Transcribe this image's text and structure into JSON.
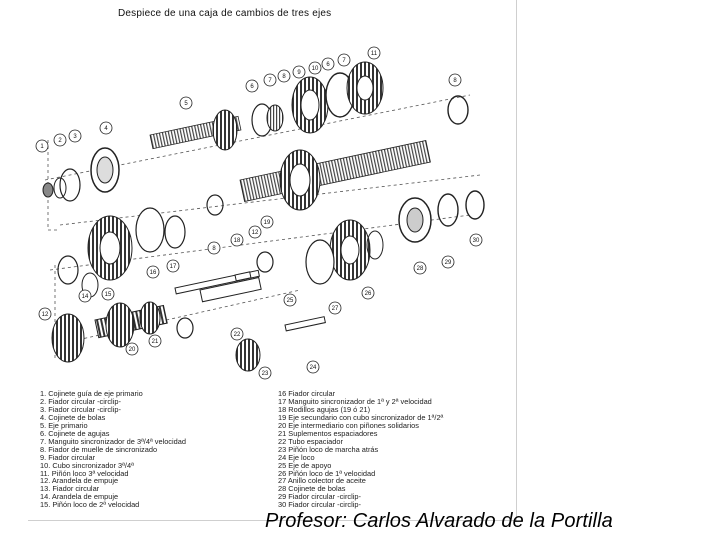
{
  "title": "Despiece de una caja de cambios de tres ejes",
  "legend_left": [
    "1. Cojinete guía de eje primario",
    "2. Fiador circular -circlip-",
    "3. Fiador circular -circlip-",
    "4. Cojinete de bolas",
    "5. Eje primario",
    "6. Cojinete de agujas",
    "7. Manguito sincronizador de 3ª/4ª velocidad",
    "8. Fiador de muelle de sincronizado",
    "9. Fiador circular",
    "10. Cubo sincronizador 3ª/4ª",
    "11. Piñón loco 3ª velocidad",
    "12. Arandela de empuje",
    "13. Fiador circular",
    "14. Arandela de empuje",
    "15. Piñón loco de 2ª velocidad"
  ],
  "legend_right": [
    "16   Fiador circular",
    "17   Manguito sincronizador de 1ª y 2ª velocidad",
    "18   Rodillos agujas (19 ó 21)",
    "19   Eje secundario con cubo sincronizador de 1ª/2ª",
    "20   Eje intermediario con piñones solidarios",
    "21   Suplementos espaciadores",
    "22   Tubo espaciador",
    "23   Piñón loco de marcha atrás",
    "24   Eje loco",
    "25   Eje de apoyo",
    "26   Piñón loco de 1ª velocidad",
    "27   Anillo colector de aceite",
    "28   Cojinete de bolas",
    "29   Fiador circular -circlip-",
    "30   Fiador circular -circlip-"
  ],
  "callouts": [
    "1",
    "2",
    "3",
    "4",
    "5",
    "6",
    "7",
    "8",
    "9",
    "10",
    "11",
    "8",
    "7",
    "6",
    "12",
    "14",
    "15",
    "16",
    "17",
    "18",
    "8",
    "12",
    "19",
    "20",
    "21",
    "22",
    "23",
    "24",
    "25",
    "26",
    "27",
    "28",
    "29",
    "30"
  ],
  "footer": "Profesor: Carlos Alvarado de la Portilla"
}
